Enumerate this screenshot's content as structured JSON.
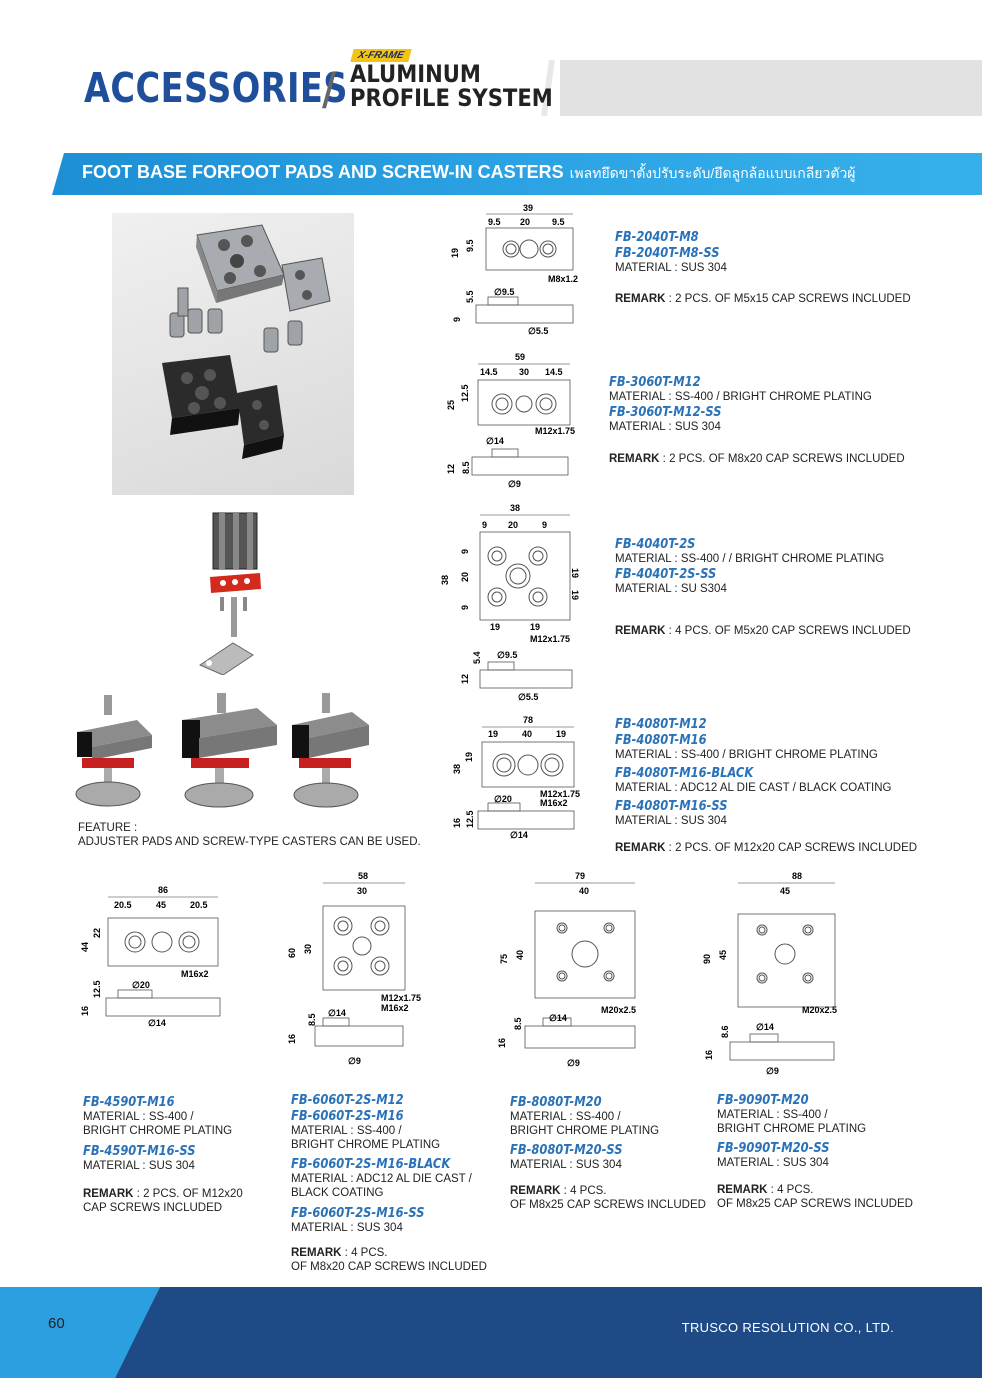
{
  "header": {
    "title": "ACCESSORIES",
    "badge": "X-FRAME",
    "subtitle_line1": "ALUMINUM",
    "subtitle_line2": "PROFILE SYSTEM"
  },
  "banner": {
    "title": "FOOT BASE FORFOOT PADS AND SCREW-IN CASTERS",
    "thai": "เพลทยึดขาตั้งปรับระดับ/ยึดลูกล้อแบบเกลียวตัวผู้"
  },
  "feature": {
    "label": "FEATURE :",
    "text": "ADJUSTER PADS AND SCREW-TYPE CASTERS CAN BE USED."
  },
  "products": {
    "p2040": {
      "code1": "FB-2040T-M8",
      "code2": "FB-2040T-M8-SS",
      "mat1": "MATERIAL : SUS 304",
      "remark_label": "REMARK",
      "remark": " : 2 PCS. OF M5x15 CAP SCREWS INCLUDED",
      "dims": {
        "w": "39",
        "a": "9.5",
        "b": "20",
        "c": "9.5",
        "h": "19",
        "h2": "9.5",
        "thread": "M8x1.25",
        "side_h": "5.5",
        "side_h2": "9",
        "d1": "∅9.5",
        "d2": "∅5.5"
      }
    },
    "p3060": {
      "code1": "FB-3060T-M12",
      "mat1": "MATERIAL : SS-400 / BRIGHT CHROME PLATING",
      "code2": "FB-3060T-M12-SS",
      "mat2": "MATERIAL : SUS 304",
      "remark_label": "REMARK",
      "remark": " : 2 PCS. OF M8x20 CAP SCREWS INCLUDED",
      "dims": {
        "w": "59",
        "a": "14.5",
        "b": "30",
        "c": "14.5",
        "h": "25",
        "h2": "12.5",
        "thread": "M12x1.75",
        "side_h": "8.5",
        "side_h2": "12",
        "d1": "∅14",
        "d2": "∅9"
      }
    },
    "p4040": {
      "code1": "FB-4040T-2S",
      "mat1": "MATERIAL : SS-400 / / BRIGHT CHROME PLATING",
      "code2": "FB-4040T-2S-SS",
      "mat2": "MATERIAL : SU S304",
      "remark_label": "REMARK",
      "remark": " : 4 PCS. OF M5x20 CAP SCREWS INCLUDED",
      "dims": {
        "w": "38",
        "a": "9",
        "b": "20",
        "c": "9",
        "h": "38",
        "h_a": "9",
        "h_b": "20",
        "h_c": "9",
        "r1": "19",
        "r2": "19",
        "bot1": "19",
        "bot2": "19",
        "thread": "M12x1.75",
        "side_h": "5.4",
        "side_h2": "12",
        "d1": "∅9.5",
        "d2": "∅5.5"
      }
    },
    "p4080": {
      "code1": "FB-4080T-M12",
      "code2": "FB-4080T-M16",
      "mat1": "MATERIAL : SS-400 / BRIGHT CHROME PLATING",
      "code3": "FB-4080T-M16-BLACK",
      "mat2": "MATERIAL : ADC12 AL DIE CAST / BLACK COATING",
      "code4": "FB-4080T-M16-SS",
      "mat3": "MATERIAL : SUS 304",
      "remark_label": "REMARK",
      "remark": " : 2 PCS. OF M12x20 CAP SCREWS INCLUDED",
      "dims": {
        "w": "78",
        "a": "19",
        "b": "40",
        "c": "19",
        "h": "38",
        "h2": "19",
        "thread1": "M12x1.75",
        "thread2": "M16x2",
        "side_h": "12.5",
        "side_h2": "16",
        "d1": "∅20",
        "d2": "∅14"
      }
    },
    "p4590": {
      "code1": "FB-4590T-M16",
      "mat1a": "MATERIAL : SS-400 /",
      "mat1b": "BRIGHT CHROME PLATING",
      "code2": "FB-4590T-M16-SS",
      "mat2": "MATERIAL : SUS 304",
      "remark_label": "REMARK",
      "remark1": " : 2 PCS. OF M12x20",
      "remark2": "CAP SCREWS INCLUDED",
      "dims": {
        "w": "86",
        "a": "20.5",
        "b": "45",
        "c": "20.5",
        "h": "44",
        "h2": "22",
        "thread": "M16x2",
        "side_h": "12.5",
        "side_h2": "16",
        "d1": "∅20",
        "d2": "∅14"
      }
    },
    "p6060": {
      "code1": "FB-6060T-2S-M12",
      "code2": "FB-6060T-2S-M16",
      "mat1a": "MATERIAL : SS-400 /",
      "mat1b": "BRIGHT CHROME PLATING",
      "code3": "FB-6060T-2S-M16-BLACK",
      "mat2a": "MATERIAL : ADC12 AL DIE CAST /",
      "mat2b": "BLACK COATING",
      "code4": "FB-6060T-2S-M16-SS",
      "mat3": "MATERIAL : SUS 304",
      "remark_label": "REMARK",
      "remark1": " : 4 PCS.",
      "remark2": "OF M8x20 CAP SCREWS INCLUDED",
      "dims": {
        "w": "58",
        "b": "30",
        "h": "60",
        "h2": "30",
        "thread1": "M12x1.75",
        "thread2": "M16x2",
        "side_h": "8.5",
        "side_h2": "16",
        "d1": "∅14",
        "d2": "∅9"
      }
    },
    "p8080": {
      "code1": "FB-8080T-M20",
      "mat1a": "MATERIAL : SS-400 /",
      "mat1b": "BRIGHT CHROME PLATING",
      "code2": "FB-8080T-M20-SS",
      "mat2": "MATERIAL : SUS 304",
      "remark_label": "REMARK",
      "remark1": " : 4 PCS.",
      "remark2": "OF M8x25 CAP SCREWS INCLUDED",
      "dims": {
        "w": "79",
        "b": "40",
        "h": "75",
        "h2": "40",
        "thread": "M20x2.5",
        "side_h": "8.5",
        "side_h2": "16",
        "d1": "∅14",
        "d2": "∅9"
      }
    },
    "p9090": {
      "code1": "FB-9090T-M20",
      "mat1a": "MATERIAL : SS-400 /",
      "mat1b": "BRIGHT CHROME PLATING",
      "code2": "FB-9090T-M20-SS",
      "mat2": "MATERIAL : SUS 304",
      "remark_label": "REMARK",
      "remark1": " : 4 PCS.",
      "remark2": "OF M8x25 CAP SCREWS INCLUDED",
      "dims": {
        "w": "88",
        "b": "45",
        "h": "90",
        "h2": "45",
        "thread": "M20x2.5",
        "side_h": "8.6",
        "side_h2": "16",
        "d1": "∅14",
        "d2": "∅9"
      }
    }
  },
  "footer": {
    "page": "60",
    "company": "TRUSCO RESOLUTION CO., LTD."
  },
  "colors": {
    "brand_blue": "#1f4f9b",
    "code_blue": "#2a72b8",
    "banner": "#2ea6e6",
    "footer_dark": "#1e4b86"
  }
}
